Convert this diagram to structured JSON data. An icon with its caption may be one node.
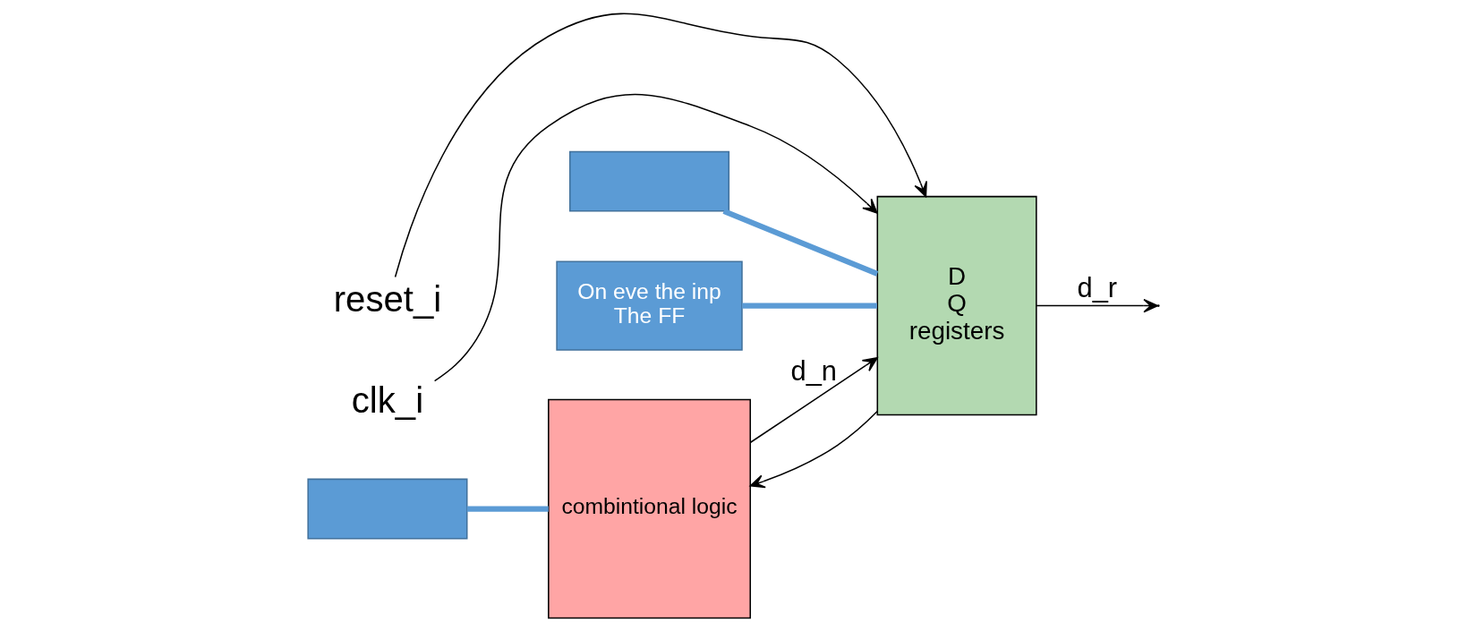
{
  "diagram": {
    "nodes": [
      {
        "text": [
          "combintional logic"
        ]
      },
      {
        "text": [
          "D",
          "Q",
          "registers"
        ]
      },
      {
        "text": [
          "reset_i"
        ]
      },
      {
        "text": [
          "clk_i"
        ]
      },
      {
        "text": [],
        "shape": "box"
      },
      {
        "text": [],
        "shape": "box"
      },
      {
        "text": [
          "On eve the inp",
          "The FF"
        ]
      }
    ],
    "edges": [
      {
        "from": 1,
        "to": 0,
        "arrow": "to"
      },
      {
        "from": 0,
        "to": 1,
        "arrow": "to",
        "label": "d_n"
      },
      {
        "from": 1,
        "to": null,
        "arrow": "to",
        "label": "d_r"
      },
      {
        "from": 2,
        "to": 1,
        "arrow": "to"
      },
      {
        "from": 3,
        "to": 1,
        "arrow": "to"
      },
      {
        "from": 4,
        "to": 0,
        "arrow": "none",
        "color": "#5b9bd5",
        "style": "thick"
      },
      {
        "from": 5,
        "to": 1,
        "arrow": "none",
        "color": "#5b9bd5",
        "style": "thick"
      },
      {
        "from": 6,
        "to": 1,
        "arrow": "none",
        "color": "#5b9bd5",
        "style": "thick"
      }
    ]
  }
}
